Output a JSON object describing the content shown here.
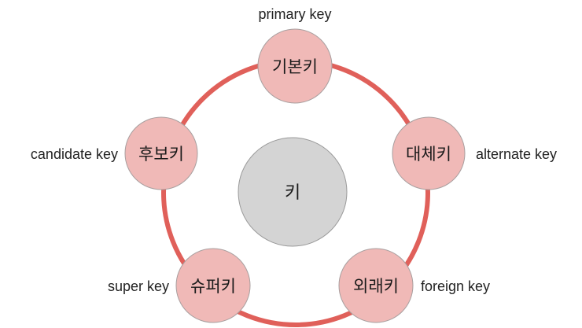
{
  "center": {
    "label": "키"
  },
  "nodes": [
    {
      "id": "primary",
      "label": "기본키",
      "caption": "primary key"
    },
    {
      "id": "alternate",
      "label": "대체키",
      "caption": "alternate key"
    },
    {
      "id": "foreign",
      "label": "외래키",
      "caption": "foreign key"
    },
    {
      "id": "super",
      "label": "슈퍼키",
      "caption": "super key"
    },
    {
      "id": "candidate",
      "label": "후보키",
      "caption": "candidate key"
    }
  ],
  "colors": {
    "ring": "#e0605a",
    "node_fill": "#f0b9b7",
    "node_stroke": "#a89f9f",
    "center_fill": "#d4d4d4",
    "center_stroke": "#9a9a9a"
  }
}
